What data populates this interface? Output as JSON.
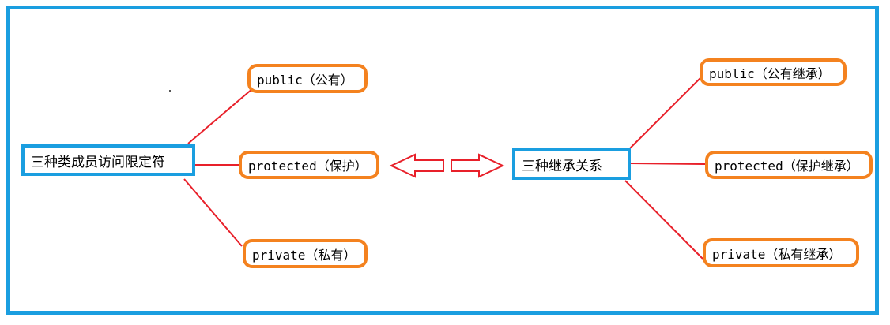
{
  "colors": {
    "frame": "#1a9ee0",
    "root_border": "#1a9ee0",
    "leaf_border": "#f4821f",
    "connector": "#e8202a"
  },
  "left": {
    "root": "三种类成员访问限定符",
    "public": "public（公有）",
    "protected": "protected（保护）",
    "private": "private（私有）"
  },
  "right": {
    "root": "三种继承关系",
    "public": "public（公有继承）",
    "protected": "protected（保护继承）",
    "private": "private（私有继承）"
  },
  "icons": {
    "left_arrow": "hollow-left-arrow-icon",
    "right_arrow": "hollow-right-arrow-icon"
  }
}
